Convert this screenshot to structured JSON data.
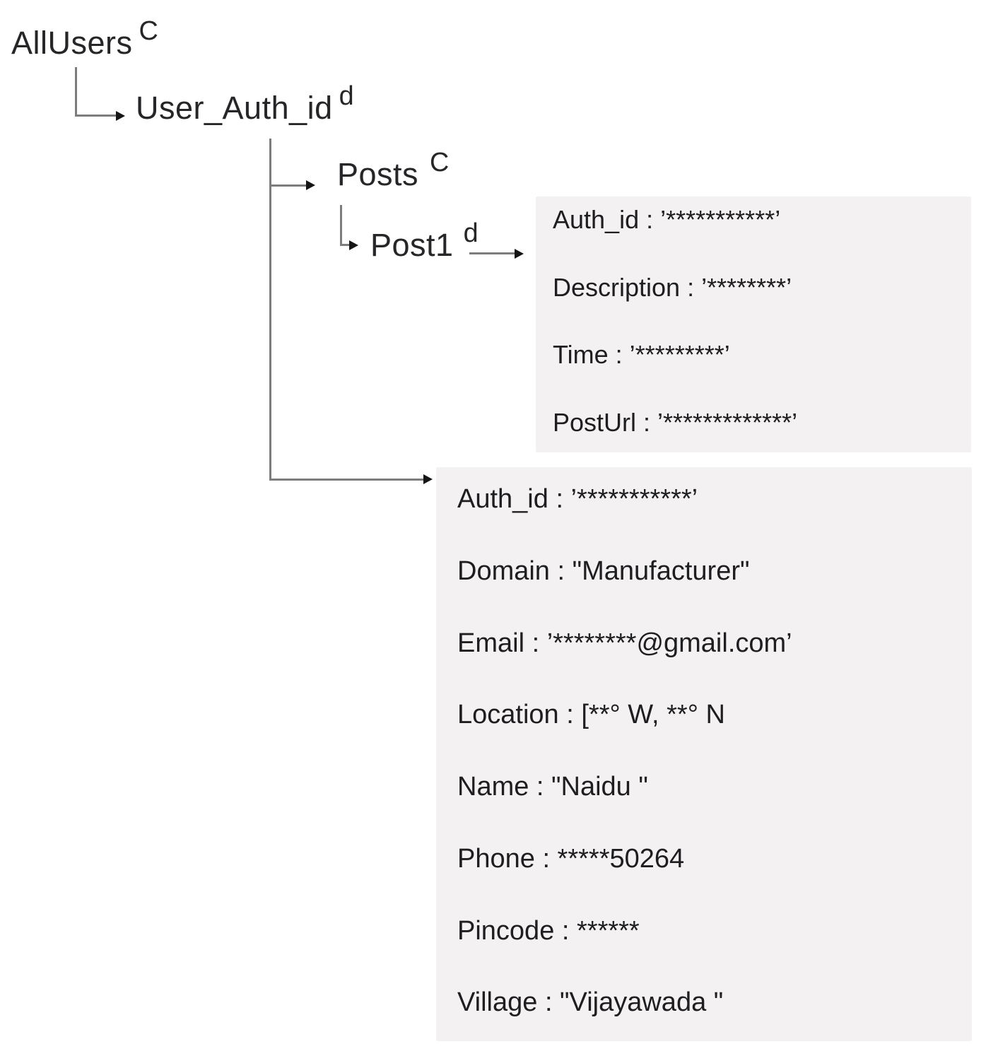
{
  "diagram": {
    "tree": {
      "all_users": {
        "label": "AllUsers",
        "marker": "C"
      },
      "user_doc": {
        "label": "User_Auth_id",
        "marker": "d"
      },
      "posts_coll": {
        "label": "Posts",
        "marker": "C"
      },
      "post_doc": {
        "label": "Post1",
        "marker": "d"
      }
    },
    "post_box": {
      "fields": [
        "Auth_id : ’***********’",
        "Description : ’********’",
        "Time : ’*********’",
        "PostUrl : ’*************’"
      ]
    },
    "user_box": {
      "fields": [
        "Auth_id : ’***********’",
        "Domain : \"Manufacturer\"",
        "Email : ’********@gmail.com’",
        "Location : [**° W, **° N",
        "Name : \"Naidu \"",
        "Phone : *****50264",
        "Pincode : ******",
        "Village : \"Vijayawada \""
      ]
    },
    "colors": {
      "box_bg": "#f3f1f2",
      "line_gray": "#7d7d7d",
      "text": "#1e1e20"
    }
  }
}
